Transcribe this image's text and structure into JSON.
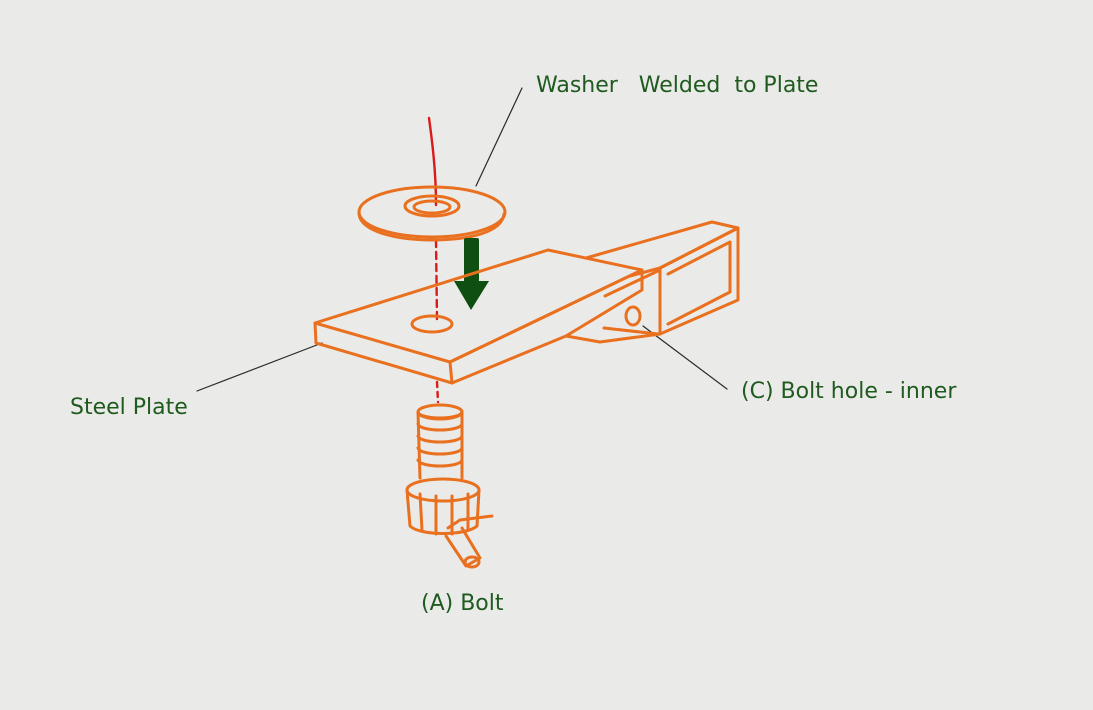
{
  "diagram": {
    "labels": {
      "washer": "Washer   Welded  to Plate",
      "steel_plate": "Steel Plate",
      "bolt_hole": "(C) Bolt hole - inner",
      "bolt": "(A) Bolt"
    },
    "colors": {
      "label_text": "#1f5a1f",
      "sketch_orange": "#e9701f",
      "axis_red": "#d81b1b",
      "arrow_green": "#0f4f12",
      "leader_line": "#2a2a2a",
      "paper": "#ececea"
    }
  }
}
